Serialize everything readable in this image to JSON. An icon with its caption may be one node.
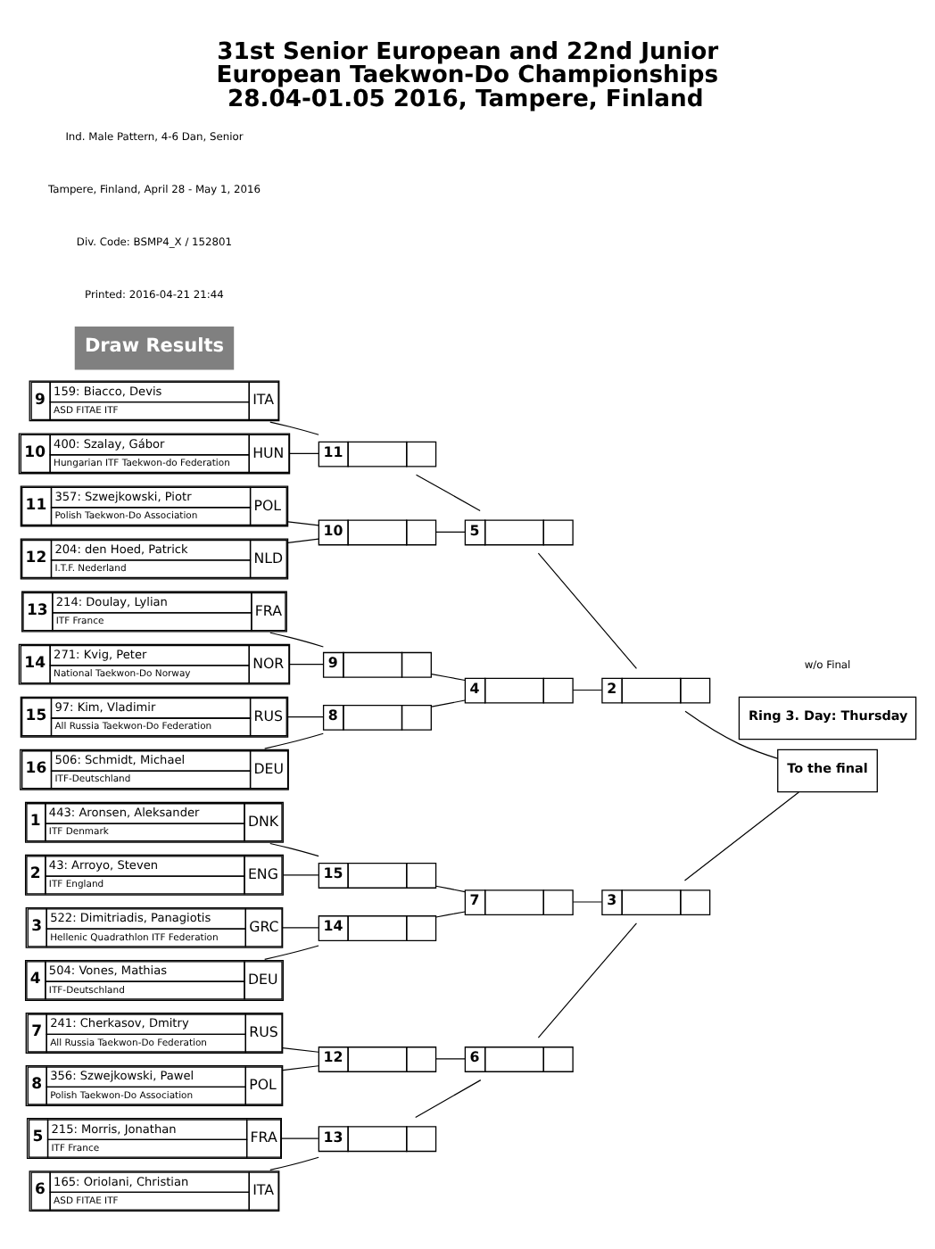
{
  "diagram": {
    "title": "31st Senior European and 22nd Junior European Taekwon-Do Championships 28.04-01.05 2016, Tampere, Finland",
    "nodes": [
      {
        "text": [
          "1",
          "443: Aronsen, Aleksander",
          "ITF Denmark",
          "DNK"
        ]
      },
      {
        "text": [
          "2",
          "43: Arroyo, Steven",
          "ITF England",
          "ENG"
        ]
      },
      {
        "text": [
          "3",
          "522: Dimitriadis, Panagiotis",
          "Hellenic Quadrathlon ITF Federation",
          "GRC"
        ]
      },
      {
        "text": [
          "4",
          "504: Vones, Mathias",
          "ITF-Deutschland",
          "DEU"
        ]
      },
      {
        "text": [
          "5",
          "215: Morris, Jonathan",
          "ITF France",
          "FRA"
        ]
      },
      {
        "text": [
          "6",
          "165: Oriolani, Christian",
          "ASD FITAE ITF",
          "ITA"
        ]
      },
      {
        "text": [
          "7",
          "241: Cherkasov, Dmitry",
          "All Russia Taekwon-Do Federation",
          "RUS"
        ]
      },
      {
        "text": [
          "8",
          "356: Szwejkowski, Pawel",
          "Polish Taekwon-Do Association",
          "POL"
        ]
      },
      {
        "text": [
          "9",
          "159: Biacco, Devis",
          "ASD FITAE ITF",
          "ITA"
        ]
      },
      {
        "text": [
          "10",
          "400: Szalay, Gábor",
          "Hungarian ITF Taekwon-do Federation",
          "HUN"
        ]
      },
      {
        "text": [
          "11",
          "357: Szwejkowski, Piotr",
          "Polish Taekwon-Do Association",
          "POL"
        ]
      },
      {
        "text": [
          "12",
          "204: den Hoed, Patrick",
          "I.T.F. Nederland",
          "NLD"
        ]
      },
      {
        "text": [
          "13",
          "214: Doulay, Lylian",
          "ITF France",
          "FRA"
        ]
      },
      {
        "text": [
          "14",
          "271: Kvig, Peter",
          "National Taekwon-Do Norway",
          "NOR"
        ]
      },
      {
        "text": [
          "15",
          "97: Kim, Vladimir",
          "All Russia Taekwon-Do Federation",
          "RUS"
        ]
      },
      {
        "text": [
          "16",
          "506: Schmidt, Michael",
          "ITF-Deutschland",
          "DEU"
        ]
      },
      {
        "text": [
          "15"
        ]
      },
      {
        "text": [
          "14"
        ]
      },
      {
        "text": [
          "13"
        ]
      },
      {
        "text": [
          "12"
        ]
      },
      {
        "text": [
          "11"
        ]
      },
      {
        "text": [
          "10"
        ]
      },
      {
        "text": [
          "9"
        ]
      },
      {
        "text": [
          "8"
        ]
      },
      {
        "text": [
          "7"
        ]
      },
      {
        "text": [
          "6"
        ]
      },
      {
        "text": [
          "5"
        ]
      },
      {
        "text": [
          "4"
        ]
      },
      {
        "text": [
          "3"
        ]
      },
      {
        "text": [
          "2"
        ]
      },
      {
        "text": [
          "To the final"
        ]
      },
      {
        "text": [
          "Draw Results"
        ]
      },
      {
        "text": [
          "Ring 3. Day: Thursday"
        ]
      }
    ],
    "edges": [
      {
        "from": 0,
        "to": 16,
        "arrow": "none"
      },
      {
        "from": 1,
        "to": 16,
        "arrow": "none"
      },
      {
        "from": 2,
        "to": 17,
        "arrow": "none"
      },
      {
        "from": 3,
        "to": 17,
        "arrow": "none"
      },
      {
        "from": 4,
        "to": 18,
        "arrow": "none"
      },
      {
        "from": 5,
        "to": 18,
        "arrow": "none"
      },
      {
        "from": 6,
        "to": 19,
        "arrow": "none"
      },
      {
        "from": 7,
        "to": 19,
        "arrow": "none"
      },
      {
        "from": 8,
        "to": 20,
        "arrow": "none"
      },
      {
        "from": 9,
        "to": 20,
        "arrow": "none"
      },
      {
        "from": 10,
        "to": 21,
        "arrow": "none"
      },
      {
        "from": 11,
        "to": 21,
        "arrow": "none"
      },
      {
        "from": 12,
        "to": 22,
        "arrow": "none"
      },
      {
        "from": 13,
        "to": 22,
        "arrow": "none"
      },
      {
        "from": 14,
        "to": 23,
        "arrow": "none"
      },
      {
        "from": 15,
        "to": 23,
        "arrow": "none"
      },
      {
        "from": 16,
        "to": 24,
        "arrow": "none"
      },
      {
        "from": 17,
        "to": 24,
        "arrow": "none"
      },
      {
        "from": 18,
        "to": 25,
        "arrow": "none"
      },
      {
        "from": 19,
        "to": 25,
        "arrow": "none"
      },
      {
        "from": 20,
        "to": 26,
        "arrow": "none"
      },
      {
        "from": 21,
        "to": 26,
        "arrow": "none"
      },
      {
        "from": 22,
        "to": 27,
        "arrow": "none"
      },
      {
        "from": 23,
        "to": 27,
        "arrow": "none"
      },
      {
        "from": 24,
        "to": 28,
        "arrow": "none"
      },
      {
        "from": 25,
        "to": 28,
        "arrow": "none"
      },
      {
        "from": 26,
        "to": 29,
        "arrow": "none"
      },
      {
        "from": 27,
        "to": 29,
        "arrow": "none"
      },
      {
        "from": 28,
        "to": 30,
        "arrow": "none"
      },
      {
        "from": 29,
        "to": 30,
        "arrow": "none"
      }
    ],
    "labels": [
      "Printed: 2016-04-21 21:44",
      "Div. Code: BSMP4_X / 152801",
      "Tampere, Finland, April 28 - May 1, 2016",
      "Ind. Male Pattern, 4-6 Dan, Senior",
      "w/o Final"
    ]
  }
}
